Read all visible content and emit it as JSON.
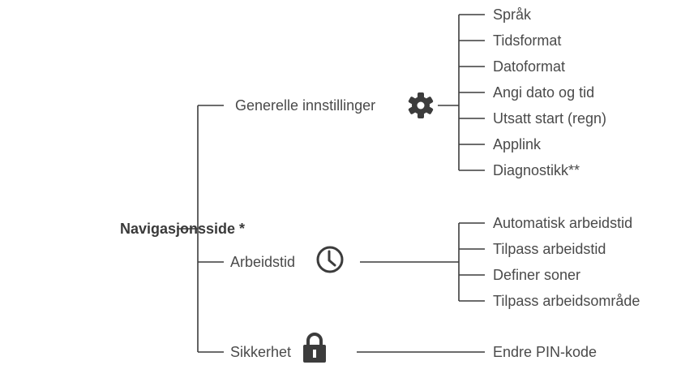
{
  "root": {
    "label": "Navigasjonsside *"
  },
  "branches": [
    {
      "label": "Generelle innstillinger",
      "icon": "gear-icon",
      "items": [
        "Språk",
        "Tidsformat",
        "Datoformat",
        "Angi dato og tid",
        "Utsatt start (regn)",
        "Applink",
        "Diagnostikk**"
      ]
    },
    {
      "label": "Arbeidstid",
      "icon": "clock-icon",
      "items": [
        "Automatisk arbeidstid",
        "Tilpass arbeidstid",
        "Definer soner",
        "Tilpass arbeidsområde"
      ]
    },
    {
      "label": "Sikkerhet",
      "icon": "lock-icon",
      "items": [
        "Endre PIN-kode"
      ]
    }
  ],
  "colors": {
    "line": "#3c3c3c",
    "text": "#4a4a4a",
    "icon": "#3c3c3c"
  }
}
